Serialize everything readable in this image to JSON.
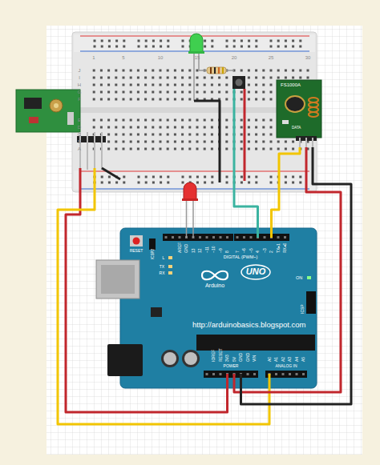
{
  "diagram": {
    "nodes": [
      {
        "text": [
          "1",
          "5",
          "10",
          "15",
          "20",
          "25",
          "30",
          "J",
          "I",
          "H",
          "G",
          "F",
          "E",
          "D",
          "C",
          "B",
          "A"
        ]
      },
      {
        "text": [
          "FS1000A",
          "DATA"
        ],
        "in": 0
      },
      {
        "text": [
          "RESET",
          "ICSP2",
          "AREF",
          "GND",
          "13",
          "12",
          "~11",
          "~10",
          "~9",
          "8",
          "7",
          "~6",
          "~5",
          "4",
          "~3",
          "2",
          "TX▸1",
          "RX◂0",
          "DIGITAL (PWM~)",
          "L",
          "TX",
          "RX",
          "UNO",
          "Arduino",
          "ON",
          "ICSP",
          "http://arduinobasics.blogspot.com",
          "IOREF",
          "RESET",
          "3V3",
          "5V",
          "GND",
          "GND",
          "VIN",
          "POWER",
          "ANALOG IN",
          "A0",
          "A1",
          "A2",
          "A3",
          "A4",
          "A5"
        ]
      }
    ]
  }
}
